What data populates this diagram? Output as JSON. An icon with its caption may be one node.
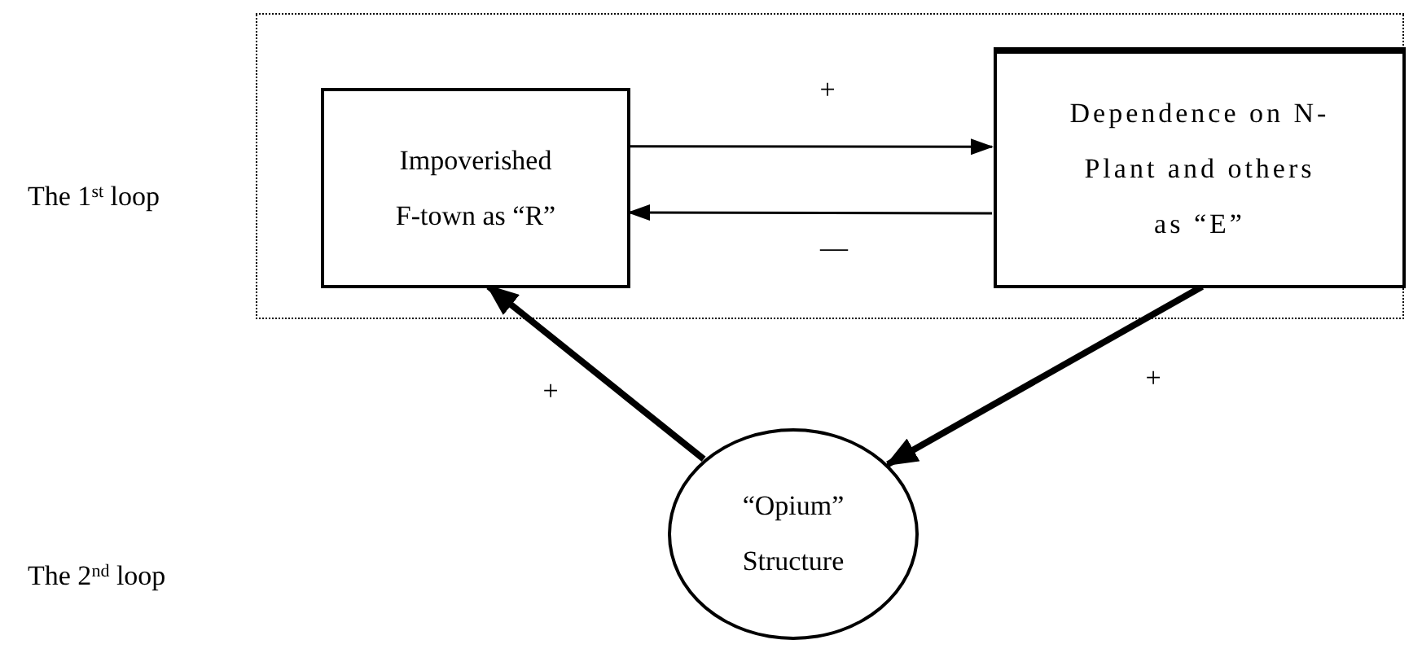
{
  "diagram": {
    "nodes": [
      {
        "text": [],
        "shape": "box"
      },
      {
        "text": [
          "Impoverished F-town as “R”"
        ],
        "in": 0
      },
      {
        "text": [
          "Dependence on N- Plant and others as “E”"
        ],
        "in": 0
      },
      {
        "text": [
          "“Opium” Structure"
        ]
      }
    ],
    "edges": [
      {
        "from": 1,
        "to": 2,
        "arrow": "to",
        "label": "+"
      },
      {
        "from": 2,
        "to": 1,
        "arrow": "to",
        "label": "—"
      },
      {
        "from": 2,
        "to": 3,
        "arrow": "to",
        "label": "+",
        "style": "thick"
      },
      {
        "from": 3,
        "to": 1,
        "arrow": "to",
        "label": "+",
        "style": "thick"
      }
    ],
    "labels": [
      "The 1$^{st}$ loop",
      "The 2$^{nd}$ loop"
    ]
  }
}
